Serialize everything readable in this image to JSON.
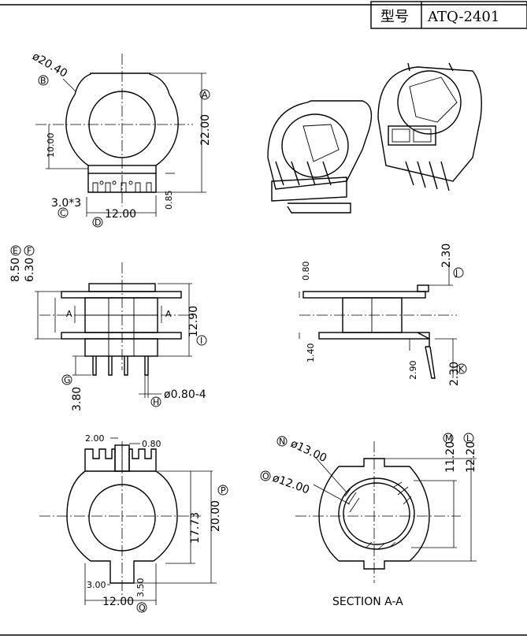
{
  "title_block": {
    "label": "型号",
    "model": "ATQ-2401"
  },
  "view_top": {
    "d_outer": "ø20.40",
    "height": "22.00",
    "half_height": "10.00",
    "pin_pitch": "3.0*3",
    "pin_span": "12.00",
    "flange": "0.85",
    "marks": [
      "B",
      "A",
      "C",
      "D"
    ]
  },
  "view_side": {
    "h1": "8.50",
    "h2": "6.30",
    "total": "12.90",
    "pin_len": "3.80",
    "pin_dia": "ø0.80-4",
    "marks": [
      "E",
      "F",
      "I",
      "G",
      "H"
    ],
    "section_marks": [
      "A",
      "A"
    ]
  },
  "view_side_right": {
    "top": "0.80",
    "gap": "2.30",
    "bottom": "1.40",
    "step": "2.90",
    "pin": "2.30",
    "marks": [
      "J",
      "K"
    ]
  },
  "view_bottom": {
    "slot": "2.00",
    "wall": "0.80",
    "inner": "17.73",
    "outer": "20.00",
    "notch_w": "3.00",
    "notch_h": "3.50",
    "span": "12.00",
    "marks": [
      "P",
      "Q"
    ]
  },
  "section": {
    "d1": "ø13.00",
    "d2": "ø12.00",
    "h1": "11.20",
    "h2": "12.20",
    "caption": "SECTION A-A",
    "marks": [
      "N",
      "O",
      "M",
      "L"
    ]
  }
}
